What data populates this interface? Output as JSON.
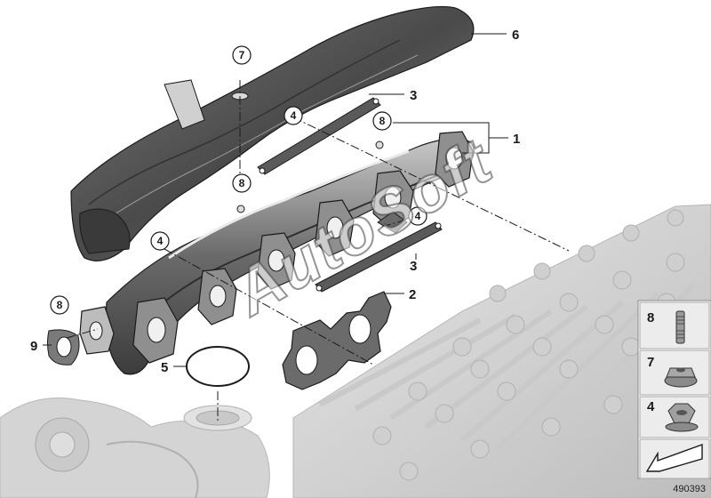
{
  "callouts": {
    "c1": "1",
    "c2": "2",
    "c3a": "3",
    "c3b": "3",
    "c4a": "4",
    "c4b": "4",
    "c4c": "4",
    "c5": "5",
    "c6": "6",
    "c7": "7",
    "c8a": "8",
    "c8b": "8",
    "c8c": "8",
    "c9": "9"
  },
  "legend": {
    "items": [
      {
        "number": "8",
        "icon": "stud-bolt-icon"
      },
      {
        "number": "7",
        "icon": "collar-nut-icon"
      },
      {
        "number": "4",
        "icon": "hex-nut-icon"
      }
    ],
    "footer_icon": "arrow-outline-icon"
  },
  "watermark": "AutoSoft",
  "diagram_id": "490393",
  "colors": {
    "line": "#1a1a1a",
    "part_dark": "#5a5a5a",
    "part_light": "#a9a9a9",
    "engine": "#d9d9d9",
    "legend_bg": "#ececec"
  }
}
